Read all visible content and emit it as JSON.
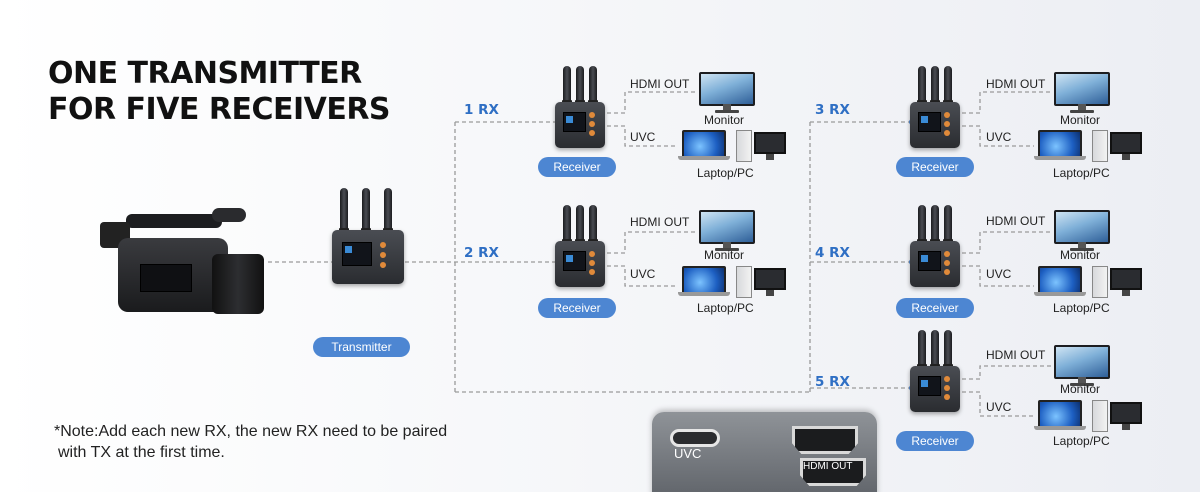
{
  "headline": [
    "ONE TRANSMITTER",
    "FOR FIVE RECEIVERS"
  ],
  "note": [
    "*Note:Add each new RX, the new RX need to be paired",
    "with TX at the first time."
  ],
  "transmitter_label": "Transmitter",
  "receivers": [
    {
      "rx": "1 RX",
      "pill": "Receiver",
      "hdmi": "HDMI OUT",
      "uvc": "UVC",
      "monitor": "Monitor",
      "laptop": "Laptop/PC"
    },
    {
      "rx": "2 RX",
      "pill": "Receiver",
      "hdmi": "HDMI OUT",
      "uvc": "UVC",
      "monitor": "Monitor",
      "laptop": "Laptop/PC"
    },
    {
      "rx": "3 RX",
      "pill": "Receiver",
      "hdmi": "HDMI OUT",
      "uvc": "UVC",
      "monitor": "Monitor",
      "laptop": "Laptop/PC"
    },
    {
      "rx": "4 RX",
      "pill": "Receiver",
      "hdmi": "HDMI OUT",
      "uvc": "UVC",
      "monitor": "Monitor",
      "laptop": "Laptop/PC"
    },
    {
      "rx": "5 RX",
      "pill": "Receiver",
      "hdmi": "HDMI OUT",
      "uvc": "UVC",
      "monitor": "Monitor",
      "laptop": "Laptop/PC"
    }
  ],
  "ports": {
    "uvc": "UVC",
    "hdmi": "HDMI OUT"
  },
  "colors": {
    "accent": "#4d86d2",
    "rx_label": "#2f6fc4",
    "wire": "#9a9a9a"
  }
}
